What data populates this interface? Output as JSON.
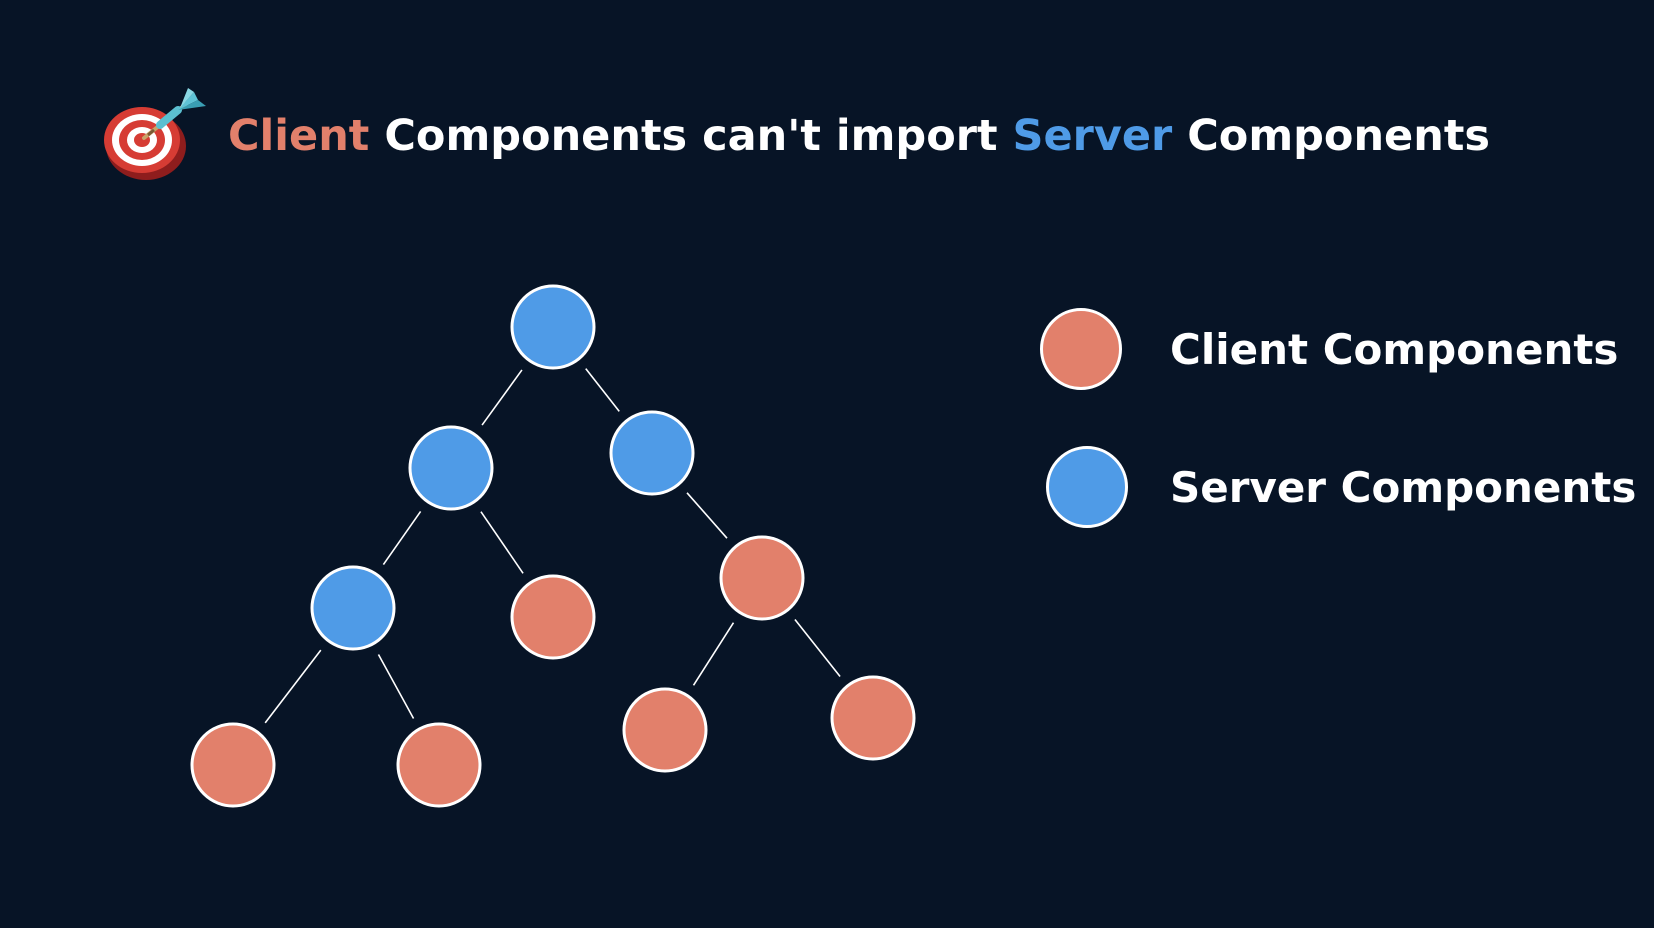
{
  "title": {
    "icon": "target-dart-icon",
    "part1": "Client",
    "part2": " Components can't import ",
    "part3": "Server",
    "part4": " Components"
  },
  "colors": {
    "background": "#071426",
    "client": "#e2806b",
    "server": "#4f9be7",
    "outline": "#ffffff",
    "edge": "#ffffff"
  },
  "legend": {
    "items": [
      {
        "type": "client",
        "label": "Client Components"
      },
      {
        "type": "server",
        "label": "Server Components"
      }
    ]
  },
  "tree": {
    "nodes": [
      {
        "id": "root",
        "type": "server"
      },
      {
        "id": "s1",
        "type": "server"
      },
      {
        "id": "s2",
        "type": "server"
      },
      {
        "id": "s3",
        "type": "server"
      },
      {
        "id": "c1",
        "type": "client"
      },
      {
        "id": "c2",
        "type": "client"
      },
      {
        "id": "c3",
        "type": "client"
      },
      {
        "id": "c4",
        "type": "client"
      },
      {
        "id": "c5",
        "type": "client"
      },
      {
        "id": "c6",
        "type": "client"
      }
    ],
    "edges": [
      [
        "root",
        "s1"
      ],
      [
        "root",
        "s2"
      ],
      [
        "s1",
        "s3"
      ],
      [
        "s1",
        "c1"
      ],
      [
        "s2",
        "c2"
      ],
      [
        "s3",
        "c3"
      ],
      [
        "s3",
        "c4"
      ],
      [
        "c2",
        "c5"
      ],
      [
        "c2",
        "c6"
      ]
    ]
  }
}
